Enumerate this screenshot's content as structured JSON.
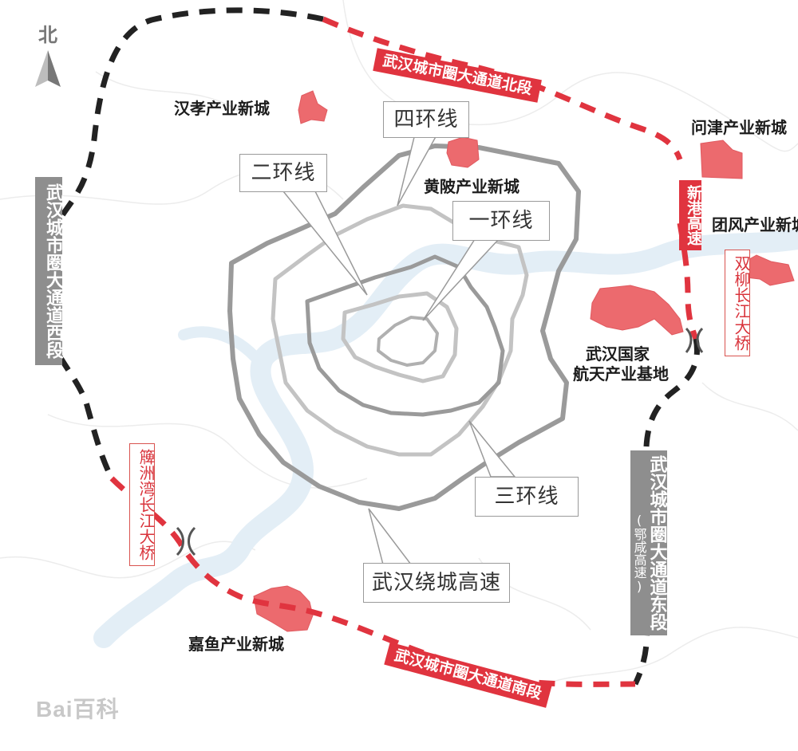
{
  "north": {
    "label": "北"
  },
  "rings": {
    "ring1": "一环线",
    "ring2": "二环线",
    "ring3": "三环线",
    "ring4": "四环线",
    "bypass": "武汉绕城高速"
  },
  "zones": {
    "hanxiao": "汉孝产业新城",
    "huangpi": "黄陂产业新城",
    "wenjin": "问津产业新城",
    "tuanfeng": "团风产业新城",
    "aerospace_line1": "武汉国家",
    "aerospace_line2": "航天产业基地",
    "jiayu": "嘉鱼产业新城"
  },
  "routes": {
    "north_section": "武汉城市圈大通道北段",
    "south_section": "武汉城市圈大通道南段",
    "west_section": "武汉城市圈大通道西段",
    "east_section": "武汉城市圈大通道东段",
    "east_section_note": "(鄂咸高速)",
    "xingang_expressway": "新港高速"
  },
  "bridges": {
    "shuangliu": "双柳长江大桥",
    "bianzhouwan": "簰洲湾长江大桥"
  },
  "watermark": "Bai百科",
  "colors": {
    "route_red": "#e0343f",
    "route_black": "#222222",
    "ring_grey": "#9a9a9a",
    "zone_fill": "#ec6a6e",
    "river": "#e3eef6"
  }
}
